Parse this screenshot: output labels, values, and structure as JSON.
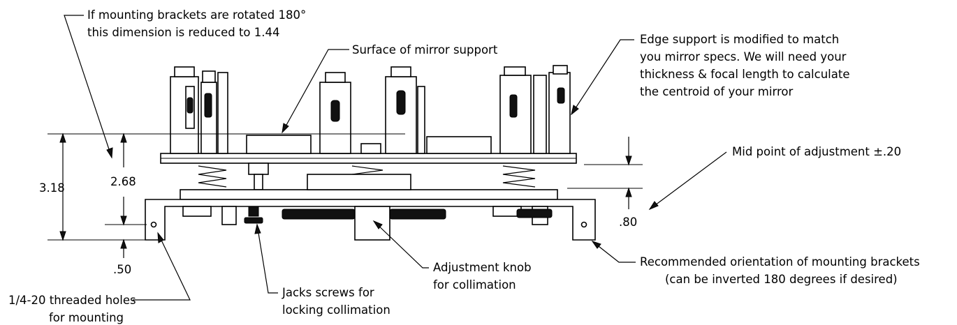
{
  "notes": {
    "rotate_line1": "If mounting brackets are rotated 180°",
    "rotate_line2": "this dimension is reduced to 1.44",
    "surface": "Surface of mirror support",
    "edge_line1": "Edge support is modified to match",
    "edge_line2": "you mirror specs.  We will need your",
    "edge_line3": "thickness & focal length to calculate",
    "edge_line4": "the centroid of your mirror",
    "midpoint": "Mid point of adjustment ±.20",
    "recommended_line1": "Recommended orientation of mounting brackets",
    "recommended_line2": "(can be inverted 180 degrees if desired)",
    "knob_line1": "Adjustment knob",
    "knob_line2": "for collimation",
    "jacks_line1": "Jacks screws for",
    "jacks_line2": "locking collimation",
    "holes_line1": "1/4-20 threaded holes",
    "holes_line2": "for mounting"
  },
  "dimensions": {
    "overall_height": "3.18",
    "to_mirror_surface": "2.68",
    "hole_height": ".50",
    "adjustment_gap": ".80"
  }
}
